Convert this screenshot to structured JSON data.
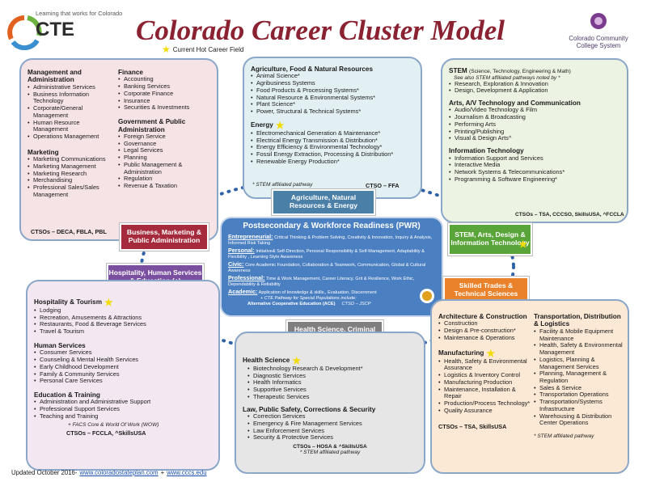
{
  "header": {
    "logo_tagline": "Learning that works for Colorado",
    "logo_text": "CTE",
    "title": "Colorado Career Cluster Model",
    "legend_star": "★",
    "legend_text": "Current Hot Career Field",
    "cccs_line1": "Colorado Community",
    "cccs_line2": "College System"
  },
  "bma": {
    "col1": [
      {
        "heading": "Management and Administration",
        "items": [
          "Administrative Services",
          "Business Information Technology",
          "Corporate/General Management",
          "Human Resource Management",
          "Operations Management"
        ]
      },
      {
        "heading": "Marketing",
        "items": [
          "Marketing Communications",
          "Marketing Management",
          "Marketing Research",
          "Merchandising",
          "Professional Sales/Sales Management"
        ]
      }
    ],
    "col2": [
      {
        "heading": "Finance",
        "items": [
          "Accounting",
          "Banking Services",
          "Corporate Finance",
          "Insurance",
          "Securities & Investments"
        ]
      },
      {
        "heading": "Government & Public Administration",
        "items": [
          "Foreign Service",
          "Governance",
          "Legal Services",
          "Planning",
          "Public Management & Administration",
          "Regulation",
          "Revenue & Taxation"
        ]
      }
    ],
    "ctso": "CTSOs – DECA, FBLA, PBL",
    "label": "Business, Marketing & Public Administration"
  },
  "ag": {
    "heading1": "Agriculture, Food & Natural Resources",
    "items1": [
      "Animal Science*",
      "Agribusiness Systems",
      "Food Products & Processing Systems*",
      "Natural Resource & Environmental Systems*",
      "Plant Science*",
      "Power, Structural & Technical Systems*"
    ],
    "heading2": "Energy",
    "items2": [
      "Electromechanical Generation & Maintenance*",
      "Electrical Energy Transmission & Distribution*",
      "Energy Efficiency & Environmental Technology*",
      "Fossil Energy Extraction, Processing & Distribution*",
      "Renewable Energy Production*"
    ],
    "note": "* STEM affiliated pathway",
    "ctso": "CTSO – FFA",
    "label": "Agriculture, Natural Resources & Energy"
  },
  "stem": {
    "heading1": "STEM",
    "heading1_sub": "(Science, Technology, Engineering & Math)",
    "note1": "See also STEM affiliated pathways noted by *",
    "items1": [
      "Research, Exploration & Innovation",
      "Design, Development & Application"
    ],
    "heading2": "Arts, A/V Technology and Communication",
    "items2": [
      "Audio/Video Technology & Film",
      "Journalism & Broadcasting",
      "Performing Arts",
      "Printing/Publishing",
      "Visual & Design Arts^"
    ],
    "heading3": "Information Technology",
    "items3": [
      "Information Support and Services",
      "Interactive Media",
      "Network Systems & Telecommunications*",
      "Programming & Software Engineering*"
    ],
    "ctso": "CTSOs – TSA, CCCSO, SkillsUSA, ^FCCLA",
    "label": "STEM, Arts, Design & Information Technology"
  },
  "pwr": {
    "title": "Postsecondary & Workforce Readiness (PWR)",
    "rows": [
      {
        "k": "Entrepreneurial:",
        "v": "Critical Thinking & Problem Solving, Creativity & Innovation, Inquiry & Analysis, Informed Risk Taking"
      },
      {
        "k": "Personal:",
        "v": "Initiative& Self-Direction, Personal Responsibility & Self-Management, Adaptability & Flexibility , Learning Style Awareness"
      },
      {
        "k": "Civic:",
        "v": "Core Academic Foundation, Collaboration & Teamwork, Communication, Global & Cultural Awareness"
      },
      {
        "k": "Professional:",
        "v": "Time & Work Management, Career Literacy, Grit & Resilience, Work Ethic, Dependability & Reliability"
      },
      {
        "k": "Academic:",
        "v": "Application of knowledge & skills., Evaluation, Discernment"
      }
    ],
    "note": "+ CTE Pathway for Special Populations include:",
    "ace": "Alternative Cooperative Education (ACE)",
    "ctso": "CTSO – JSCP"
  },
  "hosp": {
    "label": "Hospitality, Human Services & Education (+)",
    "groups": [
      {
        "heading": "Hospitality & Tourism",
        "items": [
          "Lodging",
          "Recreation, Amusements & Attractions",
          "Restaurants, Food & Beverage Services",
          "Travel & Tourism"
        ]
      },
      {
        "heading": "Human Services",
        "items": [
          "Consumer Services",
          "Counseling & Mental Health Services",
          "Early Childhood Development",
          "Family & Community Services",
          "Personal Care Services"
        ]
      },
      {
        "heading": "Education & Training",
        "items": [
          "Administration and Administrative Support",
          "Professional Support Services",
          "Teaching and Training"
        ]
      }
    ],
    "note": "+ FACS Core & World Of Work (WOW)",
    "ctso": "CTSOs – FCCLA, ^SkillsUSA"
  },
  "health": {
    "label": "Health Science, Criminal Justice & Public Safety",
    "heading1": "Health Science",
    "items1": [
      "Biotechnology Research & Development*",
      "Diagnostic Services",
      "Health Informatics",
      "Supportive Services",
      "Therapeutic Services"
    ],
    "heading2": "Law, Public Safety, Corrections & Security",
    "items2": [
      "Correction Services",
      "Emergency & Fire Management Services",
      "Law Enforcement Services",
      "Security & Protective Services"
    ],
    "ctso": "CTSOs – HOSA & ^SkillsUSA",
    "note": "* STEM affiliated pathway"
  },
  "trades": {
    "label": "Skilled Trades & Technical Sciences",
    "heading1": "Architecture & Construction",
    "items1": [
      "Construction",
      "Design & Pre-construction*",
      "Maintenance & Operations"
    ],
    "heading2": "Manufacturing",
    "items2": [
      "Health, Safety & Environmental Assurance",
      "Logistics & Inventory Control",
      "Manufacturing Production",
      "Maintenance, Installation & Repair",
      "Production/Process Technology*",
      "Quality Assurance"
    ],
    "heading3": "Transportation, Distribution & Logistics",
    "items3": [
      "Facility & Mobile Equipment Maintenance",
      "Health, Safety & Environmental Management",
      "Logistics, Planning & Management Services",
      "Planning, Management & Regulation",
      "Sales & Service",
      "Transportation Operations",
      "Transportation/Systems Infrastructure",
      "Warehousing & Distribution Center Operations"
    ],
    "ctso": "CTSOs – TSA, SkillsUSA",
    "note": "* STEM affiliated pathway"
  },
  "footer": {
    "text": "Updated October 2016-",
    "link1": "www.coloradostateplan.com",
    "plus": "+",
    "link2": "www.cccs.edu"
  },
  "colors": {
    "bma_bg": "#f6e3e6",
    "ag_bg": "#e3f0f3",
    "stem_bg": "#edf3e3",
    "hosp_bg": "#f3e8f2",
    "health_bg": "#e6e6e6",
    "trades_bg": "#fbe8d5",
    "pwr_bg": "#4a7fc1",
    "title": "#8b2232"
  }
}
